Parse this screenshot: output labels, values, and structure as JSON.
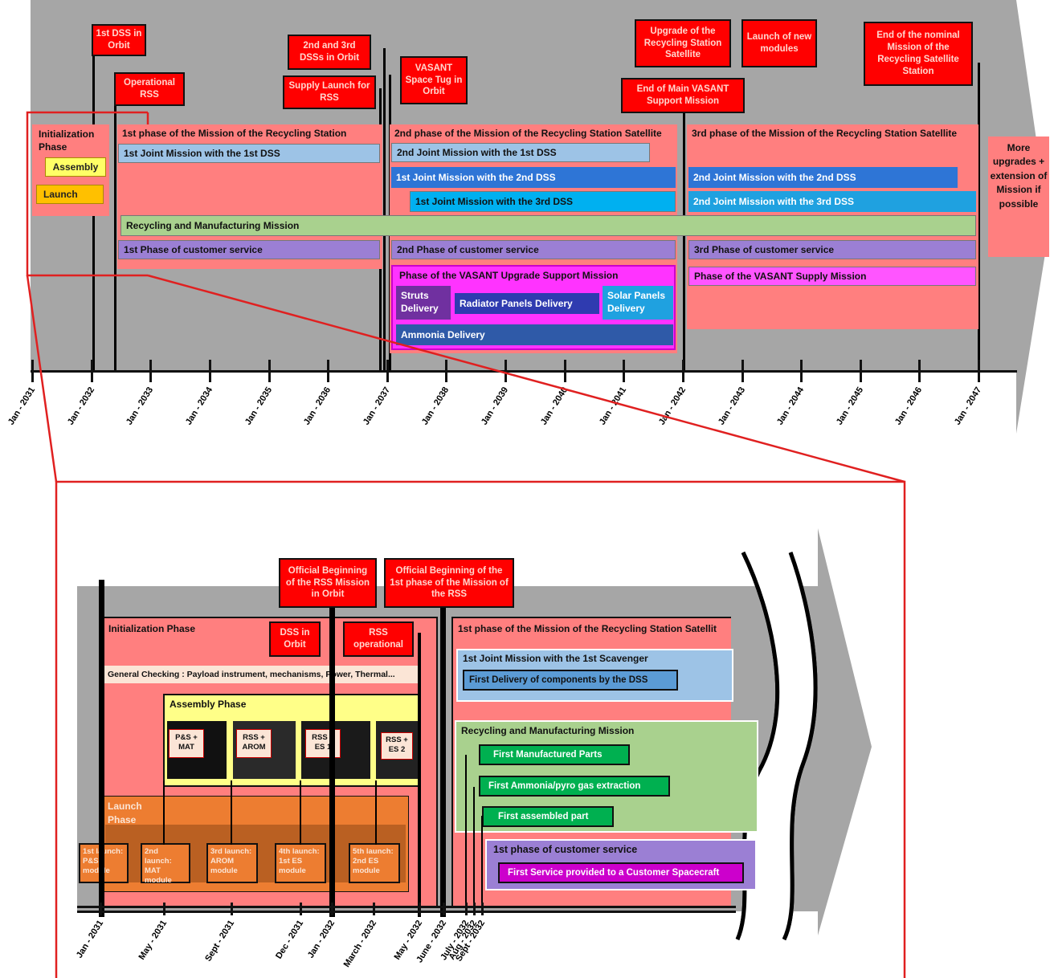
{
  "top": {
    "events": {
      "dss1": "1st DSS in Orbit",
      "rss_op": "Operational RSS",
      "dss23": "2nd and 3rd DSSs in Orbit",
      "supply": "Supply Launch for RSS",
      "tug": "VASANT Space Tug in Orbit",
      "upgrade": "Upgrade of the Recycling Station Satellite",
      "new_modules": "Launch of new modules",
      "end_main": "End of Main VASANT Support Mission",
      "end_nominal": "End of the nominal Mission of the Recycling Satellite Station"
    },
    "init_phase": "Initialization Phase",
    "assembly": "Assembly",
    "launch": "Launch",
    "phase1": "1st phase of the Mission of the Recycling Station",
    "phase2": "2nd phase of the Mission of the Recycling Station Satellite",
    "phase3": "3rd phase of the Mission of the Recycling Station Satellite",
    "jm_1_1a": "1st Joint Mission with the 1st DSS",
    "jm_2_1": "2nd Joint Mission with the 1st DSS",
    "jm_1_2": "1st Joint Mission with the 2nd DSS",
    "jm_1_3": "1st Joint Mission with the 3rd DSS",
    "jm_2_2": "2nd Joint Mission with the 2nd DSS",
    "jm_2_3": "2nd Joint Mission with the 3rd DSS",
    "recycling": "Recycling and Manufacturing Mission",
    "cs1": "1st Phase of customer service",
    "cs2": "2nd Phase of customer service",
    "cs3": "3rd Phase of customer service",
    "upgrade_support": "Phase of the VASANT Upgrade Support Mission",
    "struts": "Struts Delivery",
    "radiator": "Radiator Panels Delivery",
    "solar": "Solar Panels Delivery",
    "ammonia": "Ammonia Delivery",
    "supply_mission": "Phase of the VASANT Supply Mission",
    "more": "More upgrades + extension of Mission if possible",
    "ticks": [
      "Jan - 2031",
      "Jan - 2032",
      "Jan - 2033",
      "Jan - 2034",
      "Jan - 2035",
      "Jan - 2036",
      "Jan - 2037",
      "Jan - 2038",
      "Jan - 2039",
      "Jan - 2040",
      "Jan - 2041",
      "Jan - 2042",
      "Jan - 2043",
      "Jan - 2044",
      "Jan - 2045",
      "Jan - 2046",
      "Jan - 2047"
    ]
  },
  "bottom": {
    "official_rss": "Official Beginning of the RSS Mission in Orbit",
    "official_phase": "Official Beginning of the 1st phase of the Mission of the RSS",
    "init_phase": "Initialization Phase",
    "dss_orbit": "DSS in Orbit",
    "rss_op": "RSS operational",
    "general_check": "General Checking : Payload instrument, mechanisms, Power, Thermal...",
    "assembly_phase": "Assembly Phase",
    "modules": [
      "P&S + MAT",
      "RSS + AROM",
      "RSS + ES 1",
      "RSS + ES 2"
    ],
    "launch_phase": "Launch Phase",
    "launches": [
      "1st launch: P&S module",
      "2nd launch: MAT module",
      "3rd launch: AROM module",
      "4th launch: 1st ES module",
      "5th launch: 2nd ES module"
    ],
    "phase1": "1st phase of the Mission of the Recycling Station Satellit",
    "jm": "1st Joint Mission with the 1st Scavenger",
    "first_delivery": "First Delivery of components by the DSS",
    "recycling": "Recycling and Manufacturing Mission",
    "first_parts": "First Manufactured Parts",
    "ammonia": "First Ammonia/pyro gas extraction",
    "assembled": "First assembled part",
    "cs1": "1st phase of customer service",
    "first_service": "First Service provided to a Customer Spacecraft",
    "ticks": [
      "Jan - 2031",
      "May - 2031",
      "Sept - 2031",
      "Dec - 2031",
      "Jan - 2032",
      "March - 2032",
      "May - 2032",
      "June - 2032",
      "July - 2032",
      "Aug - 2032",
      "Sept - 2032"
    ]
  }
}
